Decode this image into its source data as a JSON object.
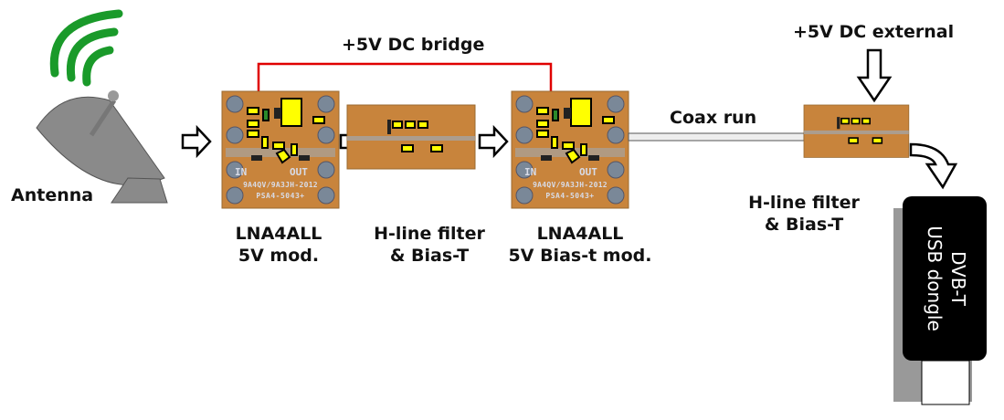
{
  "labels": {
    "antenna": "Antenna",
    "bridge": "+5V DC bridge",
    "external": "+5V DC external",
    "coax": "Coax run",
    "lna1": [
      "LNA4ALL",
      "5V mod."
    ],
    "filter1": [
      "H-line filter",
      "& Bias-T"
    ],
    "lna2": [
      "LNA4ALL",
      "5V Bias-t mod."
    ],
    "filter2": [
      "H-line filter",
      "& Bias-T"
    ],
    "dongle": [
      "DVB-T",
      "USB dongle"
    ]
  },
  "board_text": {
    "in": "IN",
    "out": "OUT",
    "line1": "9A4QV/9A3JH-2012",
    "line2": "PSA4-5043+"
  },
  "colors": {
    "bridge_wire": "#e00000",
    "pcb": "#c8843c",
    "component": "#ffff00",
    "dongle": "#000000",
    "dish": "#8a8a8a",
    "signal_waves": "#1a9a2a"
  }
}
